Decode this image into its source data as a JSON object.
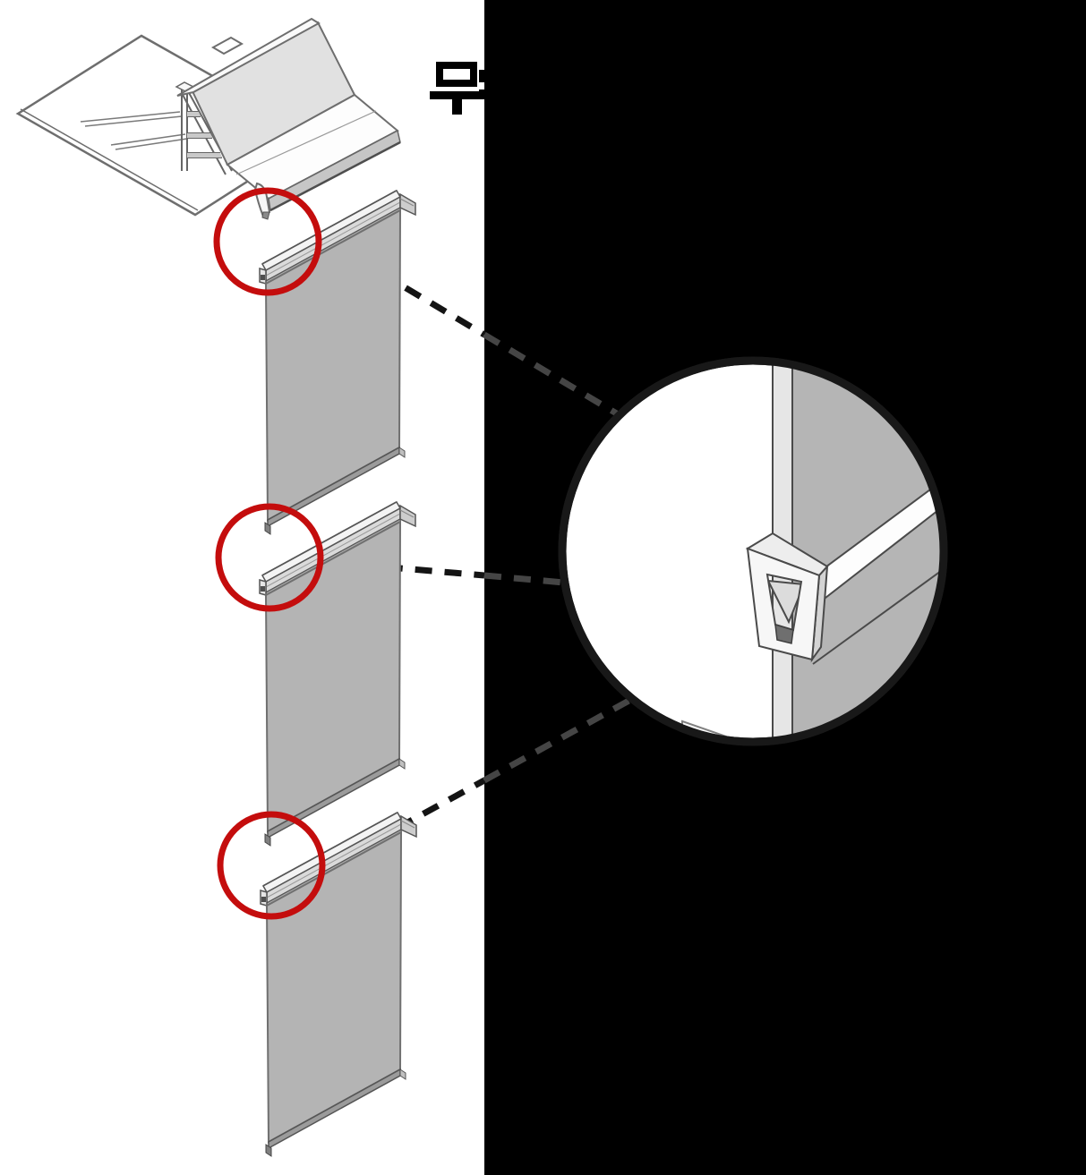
{
  "title": {
    "text": "무",
    "clipped": "second character hidden behind dark panel",
    "color": "#000000"
  },
  "colors": {
    "background": "#ffffff",
    "dark_backdrop": "#000000",
    "callout_red": "#c40d0d",
    "panel_face_gray": "#b4b4b4",
    "panel_bottom_strip_gray": "#9b9b9b",
    "rail_front_gray": "#dadada",
    "roof_slope_gray": "#e1e1e1",
    "eave_band_gray": "#c6c6c6",
    "detail_panel_gray": "#b5b5b5",
    "strap_gray": "#e6e6e6",
    "outline_gray": "#5a5a5a",
    "detail_circle_outline": "#181818",
    "leader_dash_on_white": "#141414",
    "leader_dash_on_black": "#454545"
  },
  "diagram": {
    "panel_count": 3,
    "callout_circle_count": 3,
    "leader_line_count": 3,
    "detail_view": "magnified hook joint: hanger strap with arrow tip seated in rail clip"
  }
}
